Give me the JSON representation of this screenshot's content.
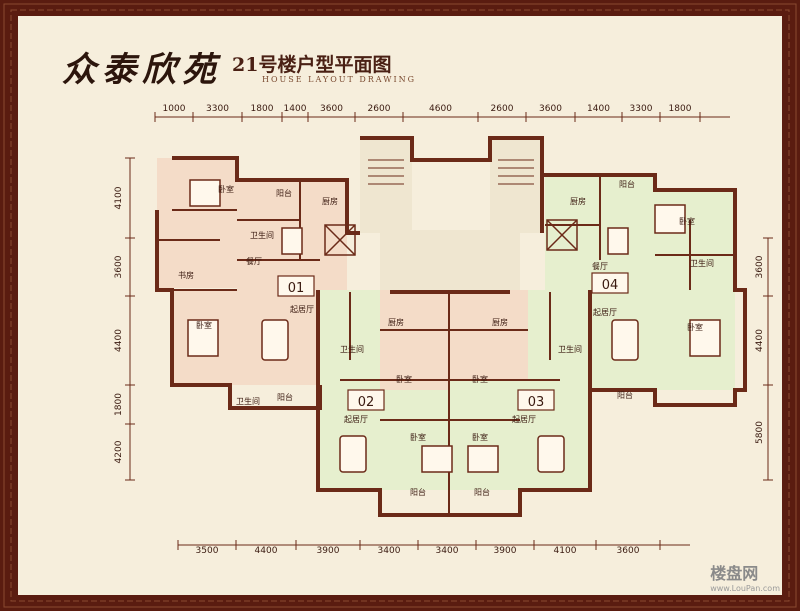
{
  "title": "众泰欣苑",
  "subtitle": "21号楼户型平面图",
  "subtitle_en": "HOUSE LAYOUT DRAWING",
  "dims_top": [
    "1000",
    "3300",
    "1800",
    "1400",
    "3600",
    "2600",
    "4600",
    "2600",
    "3600",
    "1400",
    "3300",
    "1800"
  ],
  "dims_bottom": [
    "3500",
    "4400",
    "3900",
    "3400",
    "3400",
    "3900",
    "4100",
    "3600"
  ],
  "dims_left": [
    "4100",
    "3600",
    "4400",
    "1800",
    "4200"
  ],
  "dims_right": [
    "3600",
    "4400",
    "5800"
  ],
  "units": [
    "01",
    "02",
    "03",
    "04"
  ],
  "rooms": {
    "bedroom": "卧室",
    "study": "书房",
    "kitchen": "厨房",
    "balcony": "阳台",
    "dining": "餐厅",
    "living": "起居厅",
    "bath": "卫生间"
  },
  "watermark": {
    "brand": "楼盘网",
    "url": "www.LouPan.com"
  },
  "colors": {
    "frame": "#5a1c10",
    "paper": "#f6eedc",
    "wall": "#6b2a18",
    "unit_a": "#f4dcc8",
    "unit_b": "#e6efce"
  }
}
